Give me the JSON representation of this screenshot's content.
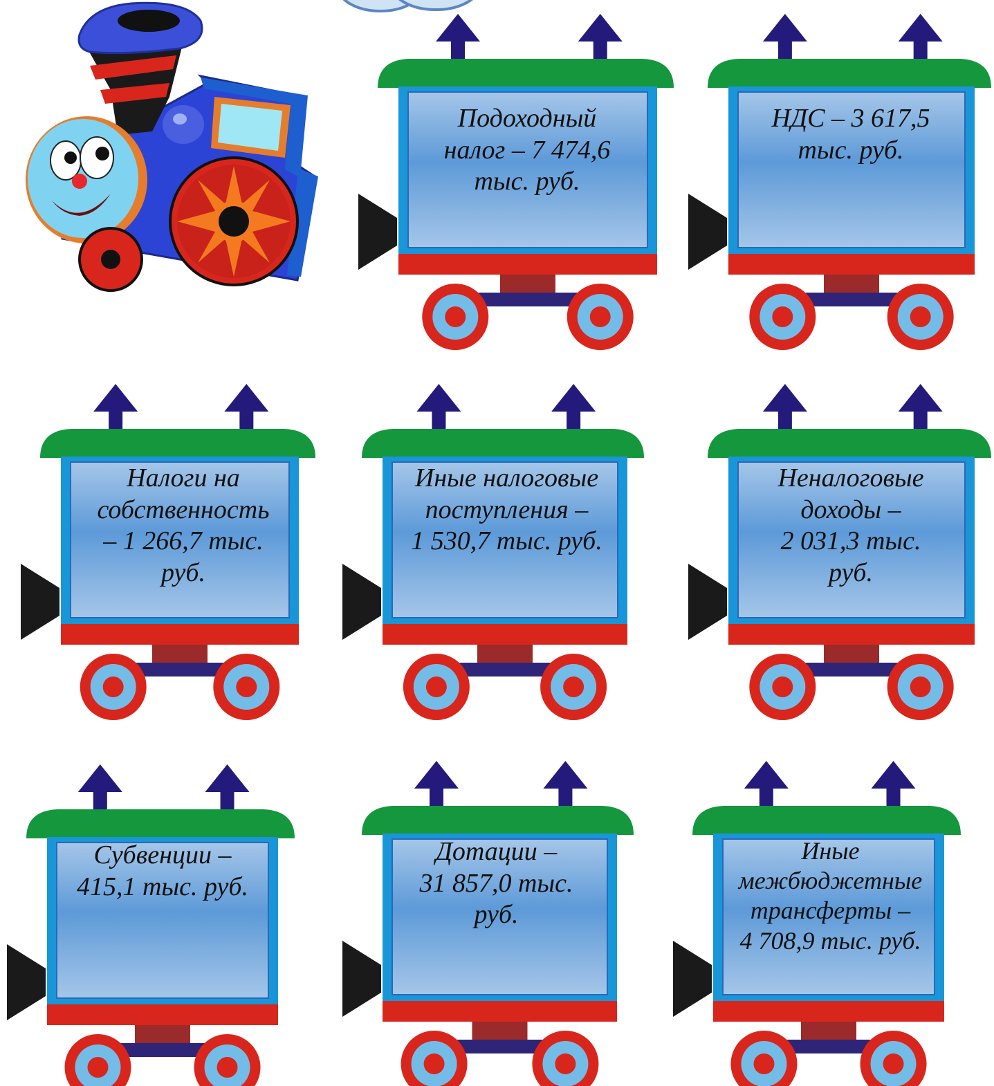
{
  "colors": {
    "roof": "#15973d",
    "arrow": "#231a7c",
    "body_outer": "#1996d8",
    "panel_top": "#a5c6e8",
    "panel_mid": "#5d9ad8",
    "base": "#d9261c",
    "axle_block": "#9b2a2a",
    "axle": "#2e2478",
    "wheel_outer": "#d9261c",
    "wheel_inner": "#73bce8",
    "coupler": "#1a1a1a"
  },
  "wagons": [
    {
      "id": "income-tax",
      "text": "Подоходный\nналог – 7 474,6\nтыс. руб."
    },
    {
      "id": "vat",
      "text": "НДС – 3 617,5\nтыс. руб."
    },
    {
      "id": "property-tax",
      "text": "Налоги на\nсобственность\n– 1 266,7 тыс.\nруб."
    },
    {
      "id": "other-tax",
      "text": "Иные налоговые\nпоступления –\n1 530,7 тыс. руб."
    },
    {
      "id": "non-tax",
      "text": "Неналоговые\nдоходы –\n2 031,3 тыс.\nруб."
    },
    {
      "id": "subventions",
      "text": "Субвенции –\n415,1 тыс. руб."
    },
    {
      "id": "subsidies",
      "text": "Дотации –\n31 857,0 тыс.\nруб."
    },
    {
      "id": "other-transfers",
      "text": "Иные\nмежбюджетные\nтрансферты –\n4 708,9 тыс. руб."
    }
  ]
}
